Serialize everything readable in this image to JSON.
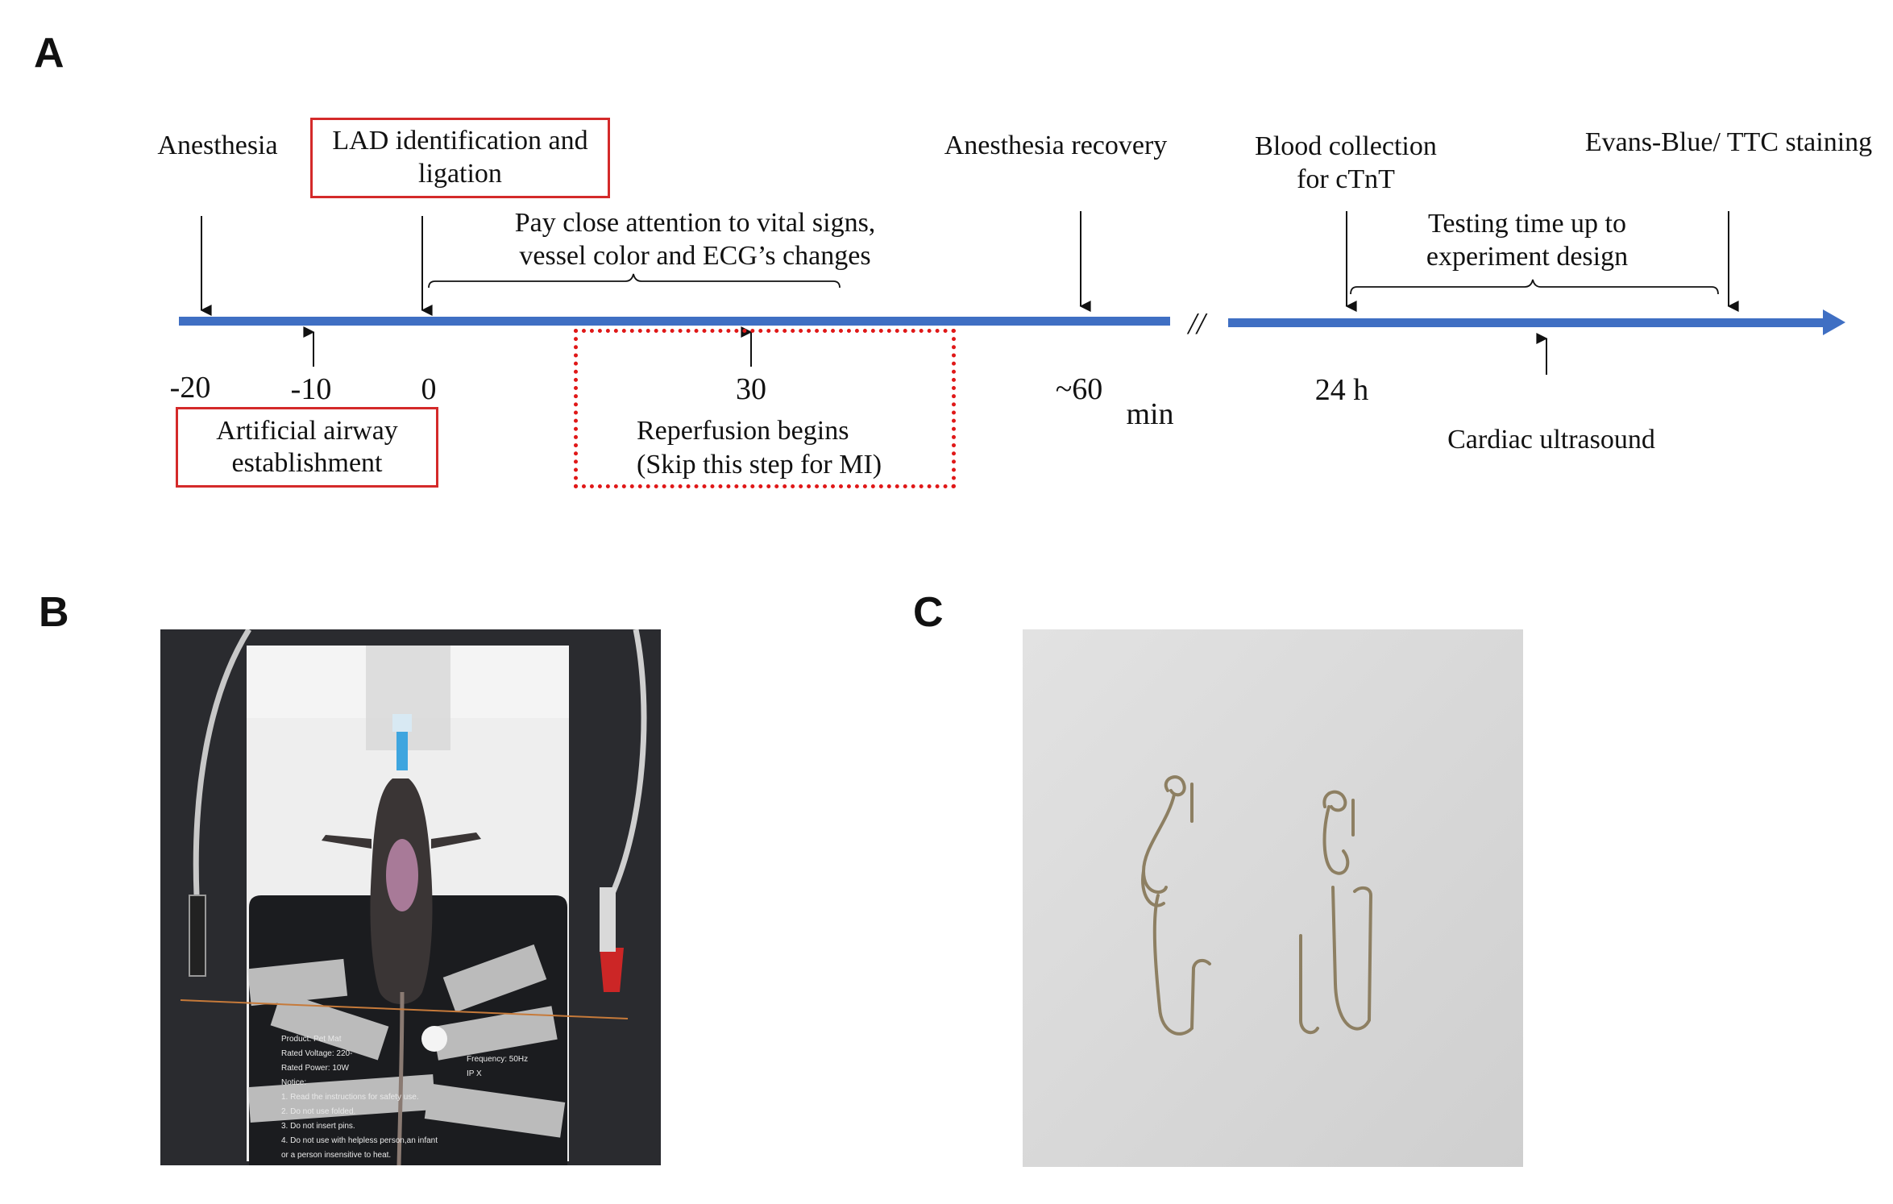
{
  "panels": {
    "a": "A",
    "b": "B",
    "c": "C"
  },
  "timeline": {
    "top_labels": {
      "anesthesia": "Anesthesia",
      "lad_line1": "LAD identification and",
      "lad_line2": "ligation",
      "vital_line1": "Pay close attention to vital signs,",
      "vital_line2": "vessel color and ECG’s changes",
      "recovery": "Anesthesia recovery",
      "blood_line1": "Blood collection",
      "blood_line2": "for cTnT",
      "evans": "Evans-Blue/ TTC staining",
      "testing_line1": "Testing time up to",
      "testing_line2": "experiment design"
    },
    "ticks": {
      "t_minus20": "-20",
      "t_minus10": "-10",
      "t_0": "0",
      "t_30": "30",
      "t_60": "~60",
      "unit_min": "min",
      "t_24h": "24 h"
    },
    "bottom_labels": {
      "airway_line1": "Artificial airway",
      "airway_line2": "establishment",
      "reperfusion_line1": "Reperfusion begins",
      "reperfusion_line2": "(Skip this step for MI)",
      "ultrasound": "Cardiac ultrasound"
    },
    "break_mark": "//",
    "colors": {
      "axis": "#3f6fc3",
      "box": "#d42a2a",
      "box_dotted": "#e01818"
    }
  },
  "photo_b": {
    "device_text": {
      "l1": "Product: Pet Mat",
      "l2": "Rated Voltage: 220-",
      "l3": "Rated Power: 10W",
      "l4": "Notice:",
      "l5": "1. Read the instructions for safety use.",
      "l6": "2. Do not use folded.",
      "l7": "3. Do not insert pins.",
      "l8": "4. Do not use with helpless person,an infant",
      "l9": "or a person insensitive to heat.",
      "l10": "Frequency: 50Hz",
      "l11": "IP X"
    }
  }
}
